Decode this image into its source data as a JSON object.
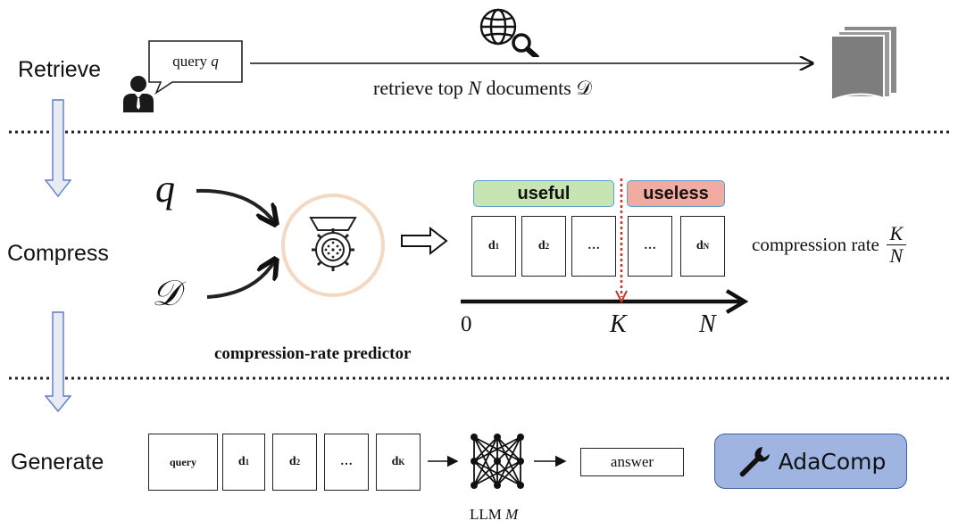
{
  "stages": {
    "retrieve": "Retrieve",
    "compress": "Compress",
    "generate": "Generate"
  },
  "retrieve": {
    "query_label": "query",
    "query_var": "q",
    "arrow_label": "retrieve top",
    "arrow_var": "N",
    "arrow_label_tail": "documents",
    "arrow_docs_symbol": "𝒟",
    "icons": [
      "user-icon",
      "globe-icon",
      "magnifier-icon",
      "documents-stack-icon"
    ]
  },
  "compress": {
    "input_query": "q",
    "input_docs": "𝒟",
    "predictor_label": "compression-rate predictor",
    "useful_label": "useful",
    "useless_label": "useless",
    "docs": [
      "d",
      "d",
      "…",
      "…",
      "d"
    ],
    "doc_subs": [
      "1",
      "2",
      "",
      "",
      "N"
    ],
    "axis_start": "0",
    "axis_k": "K",
    "axis_n": "N",
    "rate_label": "compression rate",
    "rate_num": "K",
    "rate_den": "N",
    "colors": {
      "useful": "#c7e5b2",
      "useless": "#f2aba0",
      "predictor_ring": "#f4d8c2",
      "cut_line": "#c0392b"
    }
  },
  "generate": {
    "query_box": "query",
    "docs": [
      "d",
      "d",
      "…",
      "d"
    ],
    "doc_subs": [
      "1",
      "2",
      "",
      "K"
    ],
    "llm_label": "LLM",
    "llm_var": "M",
    "answer": "answer",
    "brand": "AdaComp",
    "icons": [
      "neural-network-icon",
      "wrench-icon"
    ]
  }
}
